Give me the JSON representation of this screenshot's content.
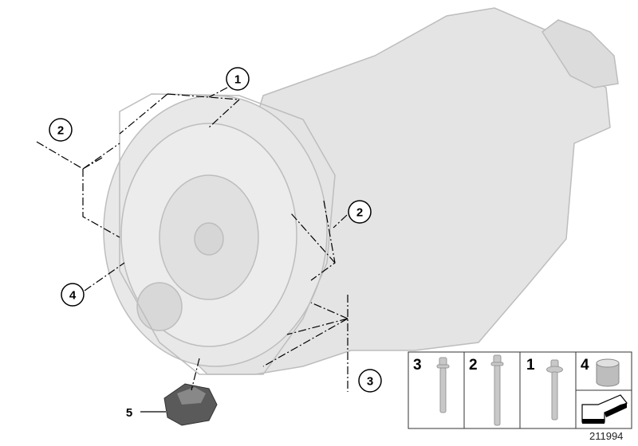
{
  "diagram": {
    "image_id": "211994",
    "callouts": [
      {
        "number": "1"
      },
      {
        "number": "2"
      },
      {
        "number": "2"
      },
      {
        "number": "4"
      },
      {
        "number": "3"
      },
      {
        "number": "5"
      }
    ],
    "parts_legend": [
      {
        "number": "3",
        "part": "bolt-short"
      },
      {
        "number": "2",
        "part": "bolt-long"
      },
      {
        "number": "1",
        "part": "bolt-flange"
      },
      {
        "number": "4",
        "part": "sleeve"
      }
    ],
    "colors": {
      "part_fill": "#e3e3e3",
      "part_stroke": "#b5b5b5",
      "line": "#000000",
      "mount_fill": "#555555"
    }
  }
}
